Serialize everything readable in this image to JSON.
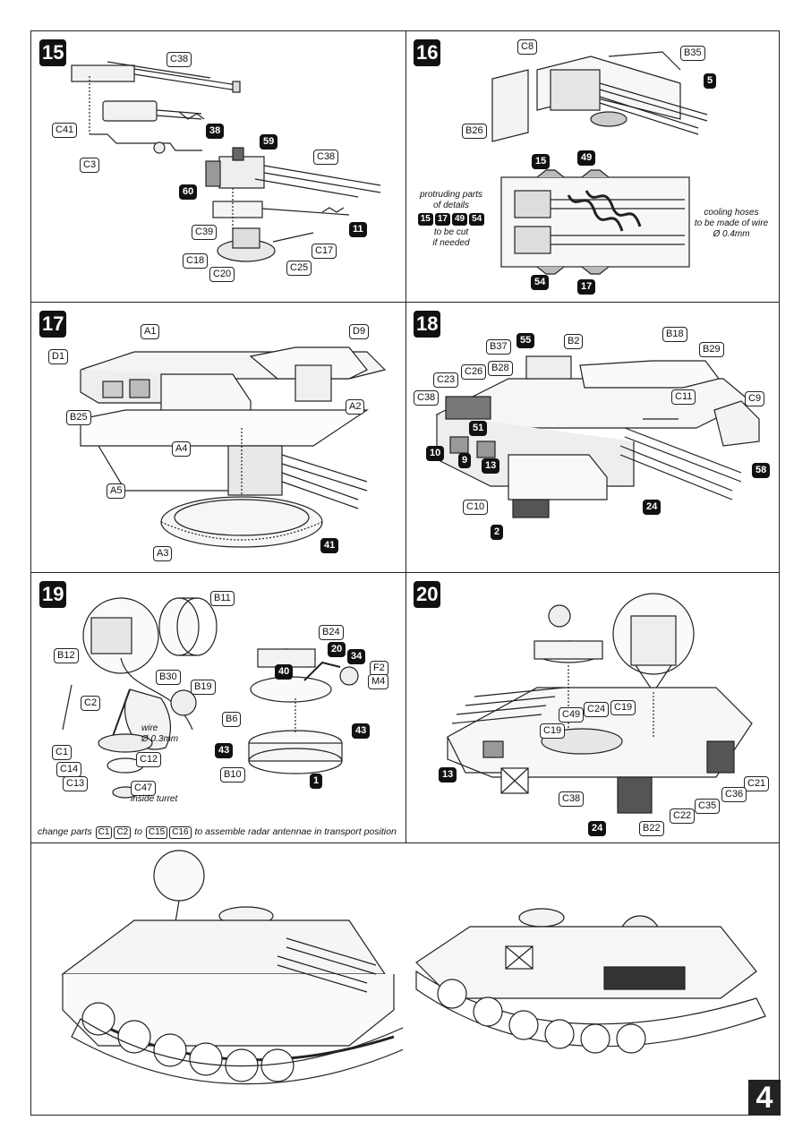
{
  "page_number": "4",
  "steps": {
    "s15": {
      "number": "15",
      "labels": {
        "C38a": "C38",
        "C41": "C41",
        "p38": "38",
        "C3": "C3",
        "p59": "59",
        "C38b": "C38",
        "p60": "60",
        "C39": "C39",
        "p11": "11",
        "C17": "C17",
        "C18": "C18",
        "C25": "C25",
        "C20": "C20"
      }
    },
    "s16": {
      "number": "16",
      "labels": {
        "C8": "C8",
        "B35": "B35",
        "p5": "5",
        "B26": "B26",
        "p15": "15",
        "p49": "49",
        "p54": "54",
        "p17": "17"
      },
      "note_left": {
        "line1": "protruding parts",
        "line2": "of details",
        "chips": [
          "15",
          "17",
          "49",
          "54"
        ],
        "line3": "to be cut",
        "line4": "if needed"
      },
      "note_right": {
        "line1": "cooling hoses",
        "line2": "to be made of wire",
        "line3": "Ø 0.4mm"
      }
    },
    "s17": {
      "number": "17",
      "labels": {
        "A1": "A1",
        "D9": "D9",
        "D1": "D1",
        "A2": "A2",
        "B25": "B25",
        "A4": "A4",
        "A5": "A5",
        "A3": "A3",
        "p41": "41"
      }
    },
    "s18": {
      "number": "18",
      "labels": {
        "p55": "55",
        "B2": "B2",
        "B18": "B18",
        "B37": "B37",
        "B29": "B29",
        "B28": "B28",
        "C26": "C26",
        "C23": "C23",
        "C11": "C11",
        "C38": "C38",
        "C9": "C9",
        "p51": "51",
        "p10": "10",
        "p9": "9",
        "p13": "13",
        "p58": "58",
        "C10": "C10",
        "p24": "24",
        "p2": "2"
      }
    },
    "s19": {
      "number": "19",
      "labels": {
        "B11": "B11",
        "B24": "B24",
        "B12": "B12",
        "p20": "20",
        "p34": "34",
        "B30": "B30",
        "p40": "40",
        "F2": "F2",
        "M4": "M4",
        "B19": "B19",
        "C2": "C2",
        "B6": "B6",
        "p43a": "43",
        "p43b": "43",
        "C1": "C1",
        "C12": "C12",
        "C14": "C14",
        "B10": "B10",
        "C13": "C13",
        "p1": "1",
        "C47": "C47"
      },
      "wire_note": {
        "line1": "wire",
        "line2": "Ø 0.3mm"
      },
      "turret_note": "inside turret",
      "footer": {
        "t1": "change parts",
        "c1": "C1",
        "c2": "C2",
        "t2": "to",
        "c15": "C15",
        "c16": "C16",
        "t3": "to assemble radar antennae in transport position"
      }
    },
    "s20": {
      "number": "20",
      "labels": {
        "C49": "C49",
        "C24": "C24",
        "C19a": "C19",
        "C19b": "C19",
        "p13": "13",
        "C38": "C38",
        "C22": "C22",
        "C35": "C35",
        "C36": "C36",
        "C21": "C21",
        "B22": "B22",
        "p24": "24"
      }
    }
  }
}
